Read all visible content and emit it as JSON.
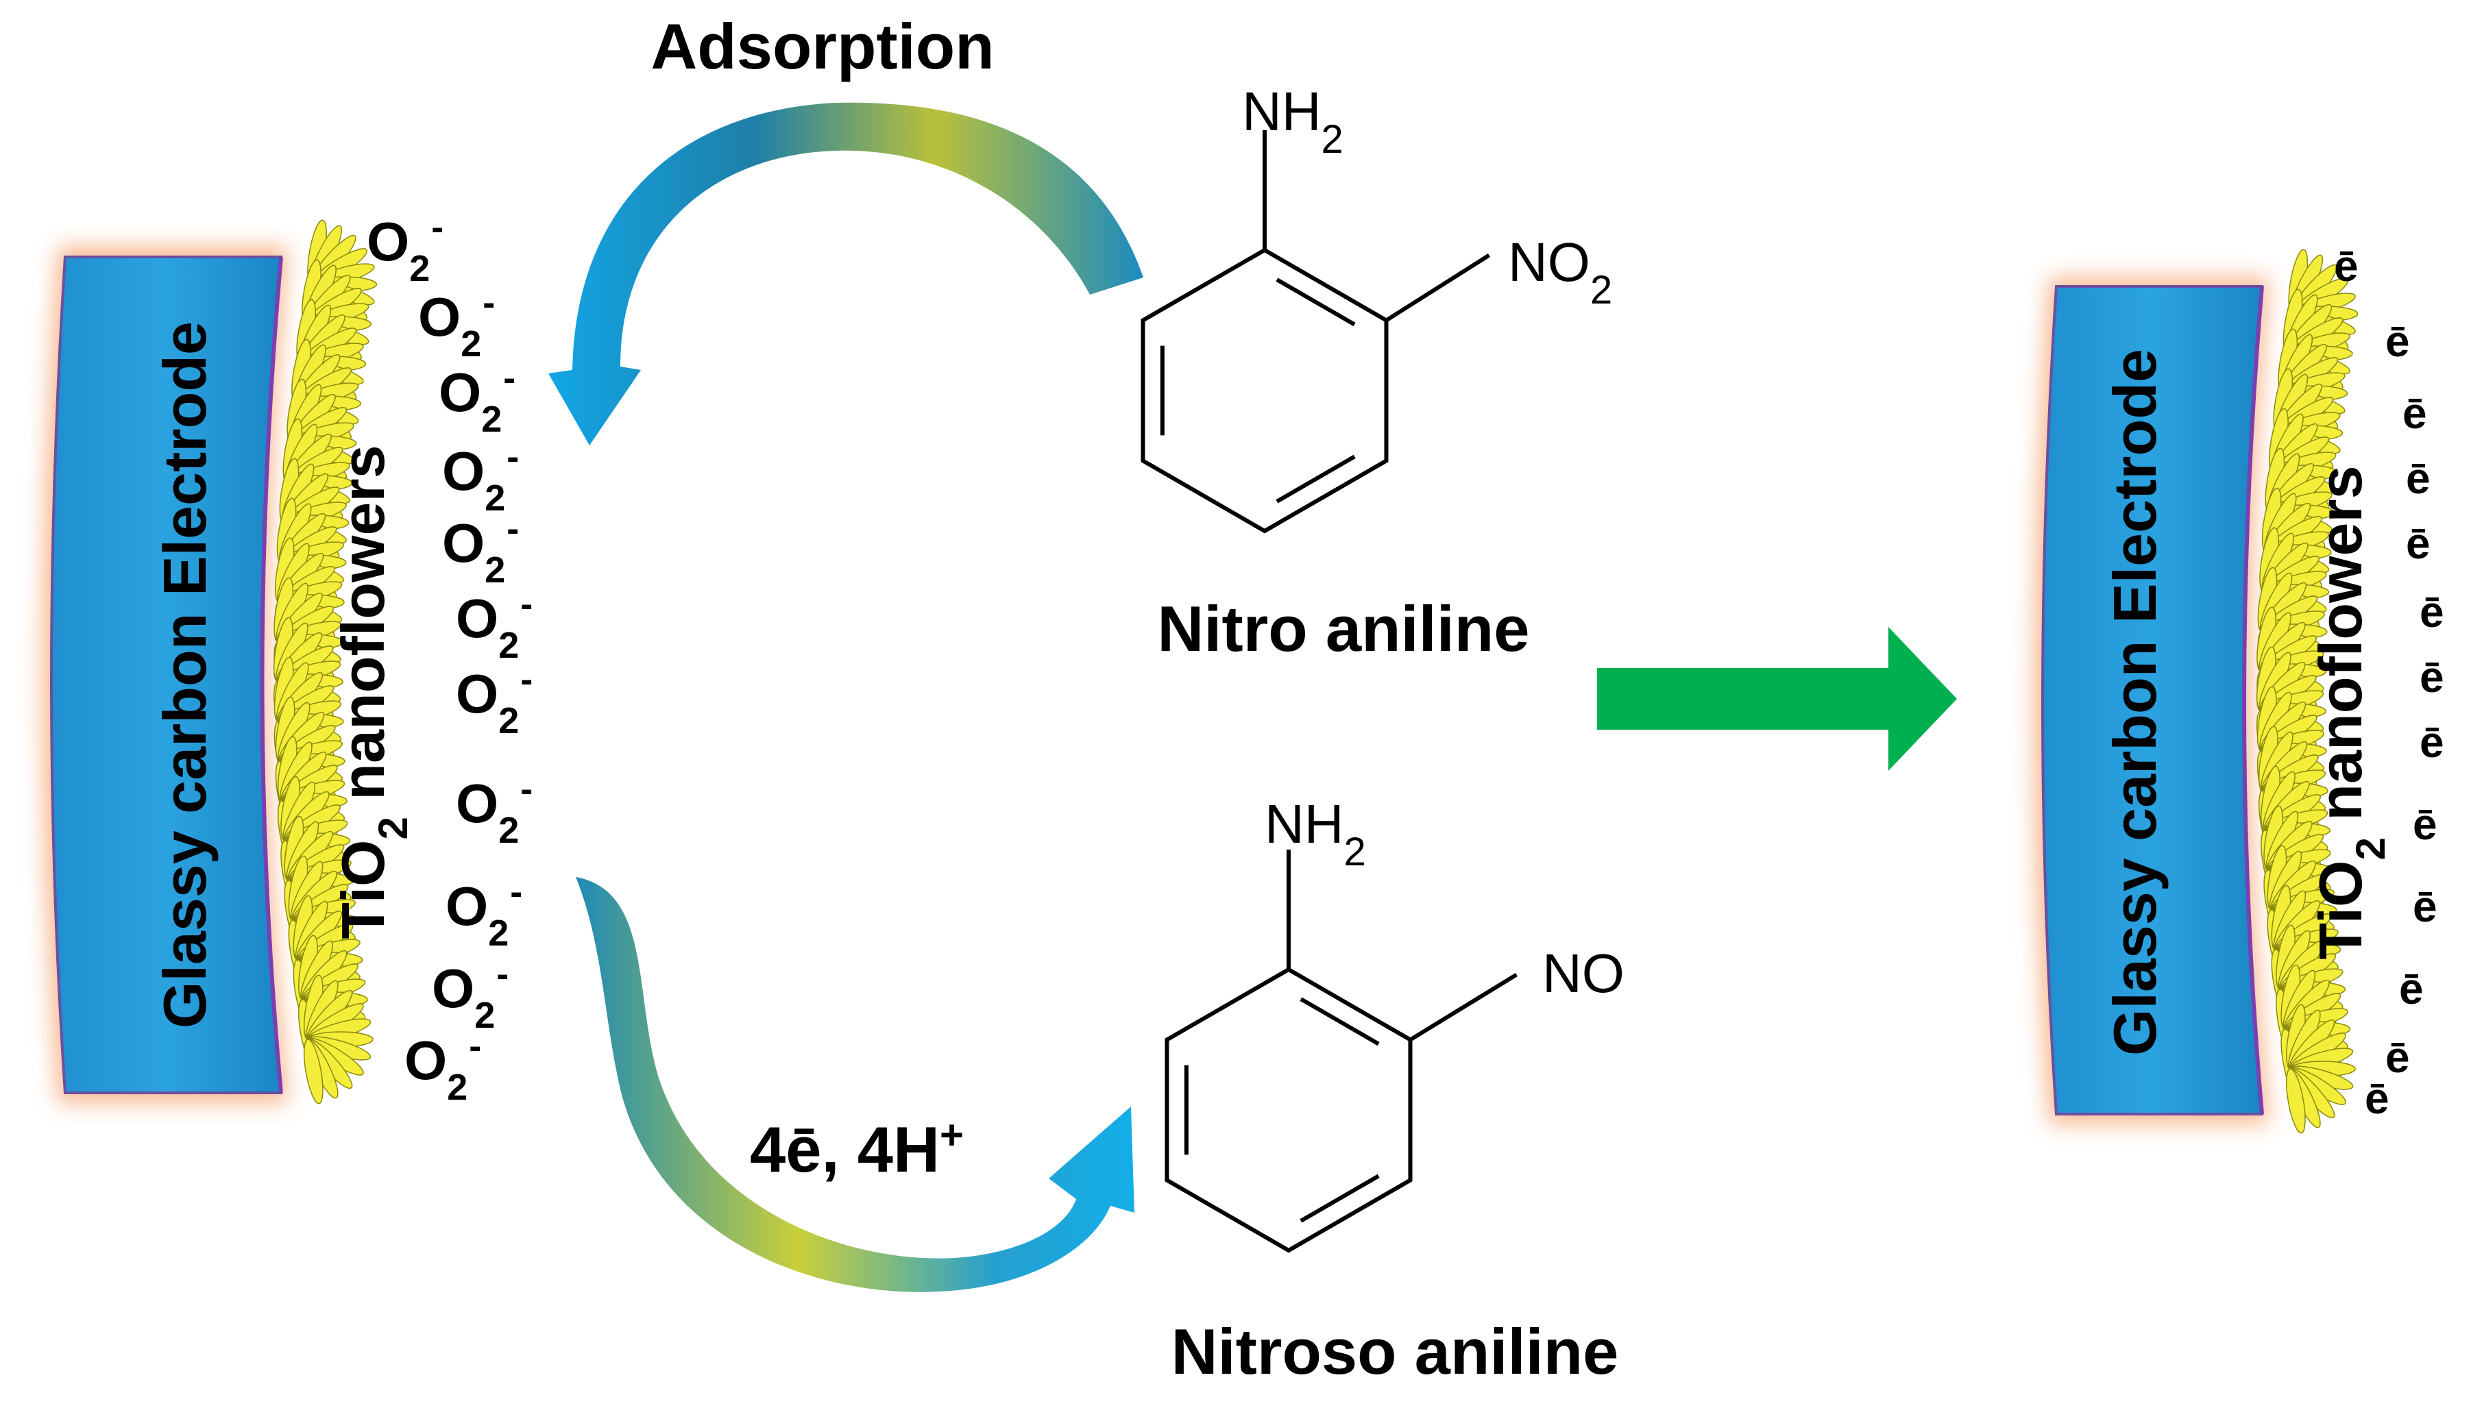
{
  "labels": {
    "adsorption": "Adsorption",
    "nitro_aniline": "Nitro aniline",
    "nitroso_aniline": "Nitroso aniline",
    "reduction": "4ē, 4H",
    "reduction_sup": "+"
  },
  "electrode_left": {
    "label": "Glassy carbon Electrode",
    "coating_pre": "TiO",
    "coating_sub": "2",
    "coating_post": " nanoflowers",
    "species_main": "O",
    "species_sub": "2",
    "species_sup": "-",
    "species_count": 11
  },
  "electrode_right": {
    "label": "Glassy carbon Electrode",
    "coating_pre": "TiO",
    "coating_sub": "2",
    "coating_post": " nanoflowers",
    "electron": "ē",
    "electron_count": 13
  },
  "nitro_molecule": {
    "top_group": "NH",
    "top_sub": "2",
    "side_group": "NO",
    "side_sub": "2"
  },
  "nitroso_molecule": {
    "top_group": "NH",
    "top_sub": "2",
    "side_group": "NO"
  },
  "colors": {
    "electrode_body": "#2196d6",
    "electrode_glow": "#f5a06a",
    "nanoflower": "#f4ee3a",
    "process_arrow": "#00b050",
    "curved_arrow_start": "#f0e23a",
    "curved_arrow_end": "#1aa0e0"
  }
}
